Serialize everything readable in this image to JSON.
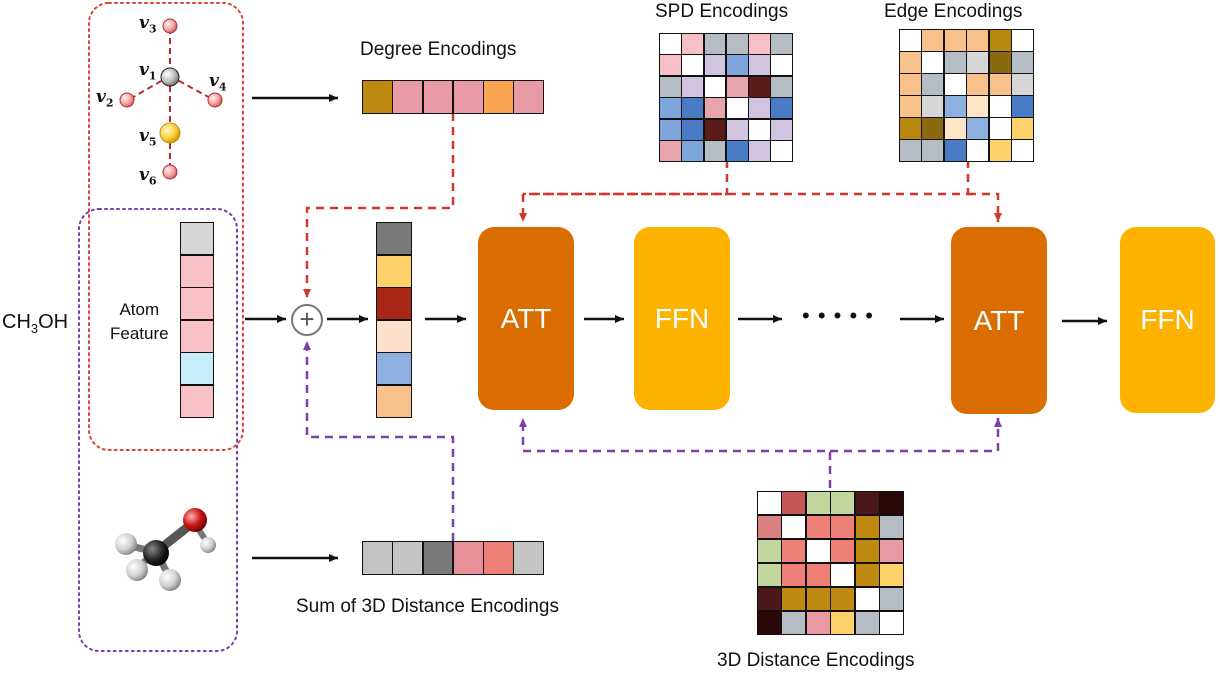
{
  "input": {
    "molecule": "CH",
    "sub": "3",
    "tail": "OH"
  },
  "atom_feature_label": [
    "Atom",
    "Feature"
  ],
  "graph": {
    "nodes": [
      {
        "name": "v",
        "sub": "1",
        "color": "#c9c9c9"
      },
      {
        "name": "v",
        "sub": "2",
        "color": "#f3a3a3"
      },
      {
        "name": "v",
        "sub": "3",
        "color": "#f3a3a3"
      },
      {
        "name": "v",
        "sub": "4",
        "color": "#f3a3a3"
      },
      {
        "name": "v",
        "sub": "5",
        "color": "#fdd34d"
      },
      {
        "name": "v",
        "sub": "6",
        "color": "#f3a3a3"
      }
    ]
  },
  "labels": {
    "degree": "Degree Encodings",
    "spd": "SPD Encodings",
    "edge": "Edge Encodings",
    "sum3d": "Sum of 3D Distance Encodings",
    "dist3d": "3D Distance Encodings",
    "plus": "+",
    "dots": "• • • • •"
  },
  "blocks": [
    "ATT",
    "FFN",
    "ATT",
    "FFN"
  ],
  "colors": {
    "att": "#d96d00",
    "ffn": "#fdb200",
    "red_dashed": "#d0392b",
    "purple_dashed": "#7d3fa8",
    "graph_box": "#d9452f",
    "feature_box": "#7a3fa8"
  },
  "atom_feature_vector": [
    "#d6d6d6",
    "#f7c1c6",
    "#f7c1c6",
    "#f7c1c6",
    "#c6eefa",
    "#f7c1c6"
  ],
  "degree_vector": [
    "#c08a12",
    "#e99aa4",
    "#e99aa4",
    "#e99aa4",
    "#f9a450",
    "#e99aa4"
  ],
  "combined_vector": [
    "#7a7a7a",
    "#fdd26a",
    "#a82818",
    "#fde0cc",
    "#8db0e0",
    "#f8c08a"
  ],
  "sum3d_vector": [
    "#c4c4c4",
    "#c4c4c4",
    "#7a7a7a",
    "#e8909a",
    "#ee8078",
    "#c4c4c4"
  ],
  "spd_matrix": [
    [
      "#ffffff",
      "#f6bfc9",
      "#b6bcc4",
      "#b6bcc4",
      "#f6bfc9",
      "#b6bcc4"
    ],
    [
      "#f6bfc9",
      "#ffffff",
      "#d0c4e0",
      "#7fa6dc",
      "#d0c4e0",
      "#ffffff"
    ],
    [
      "#b6bcc4",
      "#d0c4e0",
      "#ffffff",
      "#e8a4ad",
      "#5a1a18",
      "#b6bcc4"
    ],
    [
      "#7fa6dc",
      "#4a7cc6",
      "#e8a4ad",
      "#ffffff",
      "#d0c4e0",
      "#4a7cc6"
    ],
    [
      "#7fa6dc",
      "#4a7cc6",
      "#5a1a18",
      "#d0c4e0",
      "#ffffff",
      "#d0c4e0"
    ],
    [
      "#e8a4ad",
      "#7fa6dc",
      "#b6bcc4",
      "#4a7cc6",
      "#d0c4e0",
      "#ffffff"
    ]
  ],
  "edge_matrix": [
    [
      "#ffffff",
      "#f8c08a",
      "#f8c08a",
      "#f8c08a",
      "#b8870f",
      "#ffffff"
    ],
    [
      "#f8c08a",
      "#ffffff",
      "#b6bcc4",
      "#d6d6d6",
      "#8a6a10",
      "#b6bcc4"
    ],
    [
      "#f8c08a",
      "#b6bcc4",
      "#ffffff",
      "#f8c08a",
      "#f8c08a",
      "#d6d6d6"
    ],
    [
      "#f8c08a",
      "#d6d6d6",
      "#8db0e0",
      "#fde6c8",
      "#ffffff",
      "#4a7cc6"
    ],
    [
      "#b8870f",
      "#8a6a10",
      "#fde6c8",
      "#8db0e0",
      "#ffffff",
      "#fdd26a"
    ],
    [
      "#b6bcc4",
      "#b6bcc4",
      "#4a7cc6",
      "#ffffff",
      "#fdd26a",
      "#ffffff"
    ]
  ],
  "dist3d_matrix": [
    [
      "#ffffff",
      "#c85858",
      "#c2d69e",
      "#c2d69e",
      "#4a1818",
      "#2a0808"
    ],
    [
      "#d98080",
      "#ffffff",
      "#ee8078",
      "#ee8078",
      "#c08a12",
      "#b6bcc4"
    ],
    [
      "#c2d69e",
      "#ee8078",
      "#ffffff",
      "#ee8078",
      "#c08a12",
      "#e99aa4"
    ],
    [
      "#c2d69e",
      "#ee8078",
      "#ee8078",
      "#ffffff",
      "#c08a12",
      "#fdd26a"
    ],
    [
      "#4a1818",
      "#c08a12",
      "#c08a12",
      "#c08a12",
      "#ffffff",
      "#b6bcc4"
    ],
    [
      "#2a0808",
      "#b6bcc4",
      "#e99aa4",
      "#fdd26a",
      "#b6bcc4",
      "#ffffff"
    ]
  ]
}
